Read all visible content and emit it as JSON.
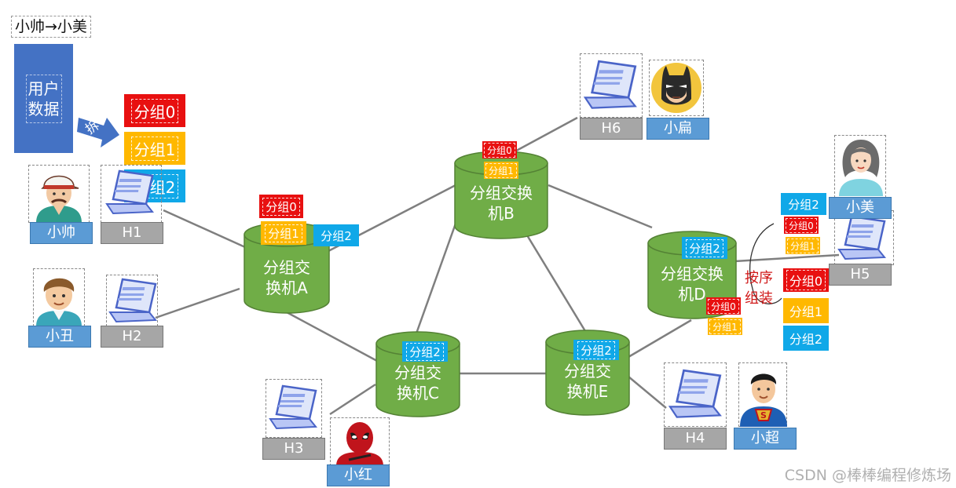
{
  "title": "小帅→小美",
  "user_data": "用户\n数据",
  "split_label": "拆",
  "source_packets": [
    "分组0",
    "分组1",
    "分组2"
  ],
  "switches": {
    "A": "分组交\n换机A",
    "B": "分组交换\n机B",
    "C": "分组交\n换机C",
    "D": "分组交换\n机D",
    "E": "分组交\n换机E"
  },
  "hosts": [
    "H1",
    "H2",
    "H3",
    "H4",
    "H5",
    "H6"
  ],
  "users": [
    "小帅",
    "小丑",
    "小红",
    "小超",
    "小美",
    "小扁"
  ],
  "packet_labels": {
    "p0": "分组0",
    "p1": "分组1",
    "p2": "分组2"
  },
  "reorder_label": "按序\n组装",
  "watermark": "CSDN @棒棒编程修炼场",
  "colors": {
    "switch": "#70ad47",
    "packet0": "#e81010",
    "packet1": "#ffb800",
    "packet2": "#10a8e8",
    "host_label": "#a6a6a6",
    "user_label": "#5b9bd5",
    "user_data": "#4472c4"
  }
}
